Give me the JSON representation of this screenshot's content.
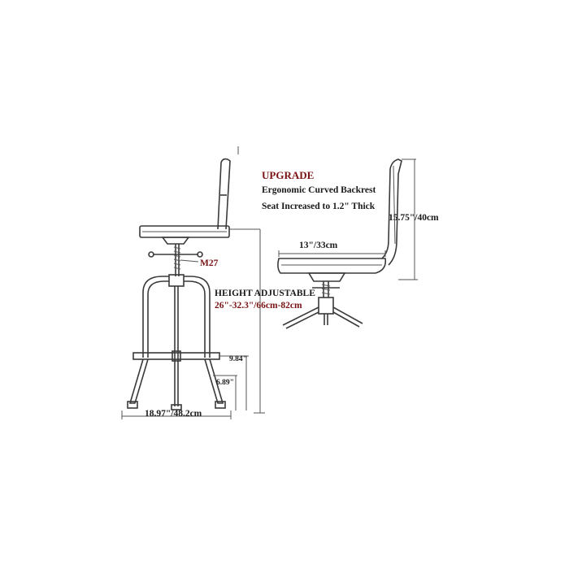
{
  "upgrade": {
    "heading": "UPGRADE",
    "line1": "Ergonomic Curved Backrest",
    "line2": "Seat Increased to 1.2\" Thick"
  },
  "labels": {
    "screw": "M27",
    "height_title": "HEIGHT ADJUSTABLE",
    "height_range": "26\"-32.3\"/66cm-82cm",
    "footrest_height": "9.84\"",
    "leg_height": "6.89\"",
    "base_width": "18.97\"/48.2cm",
    "seat_width": "13\"/33cm",
    "back_height": "15.75\"/40cm"
  },
  "colors": {
    "accent": "#7a1414",
    "line": "#3a3a3a"
  }
}
